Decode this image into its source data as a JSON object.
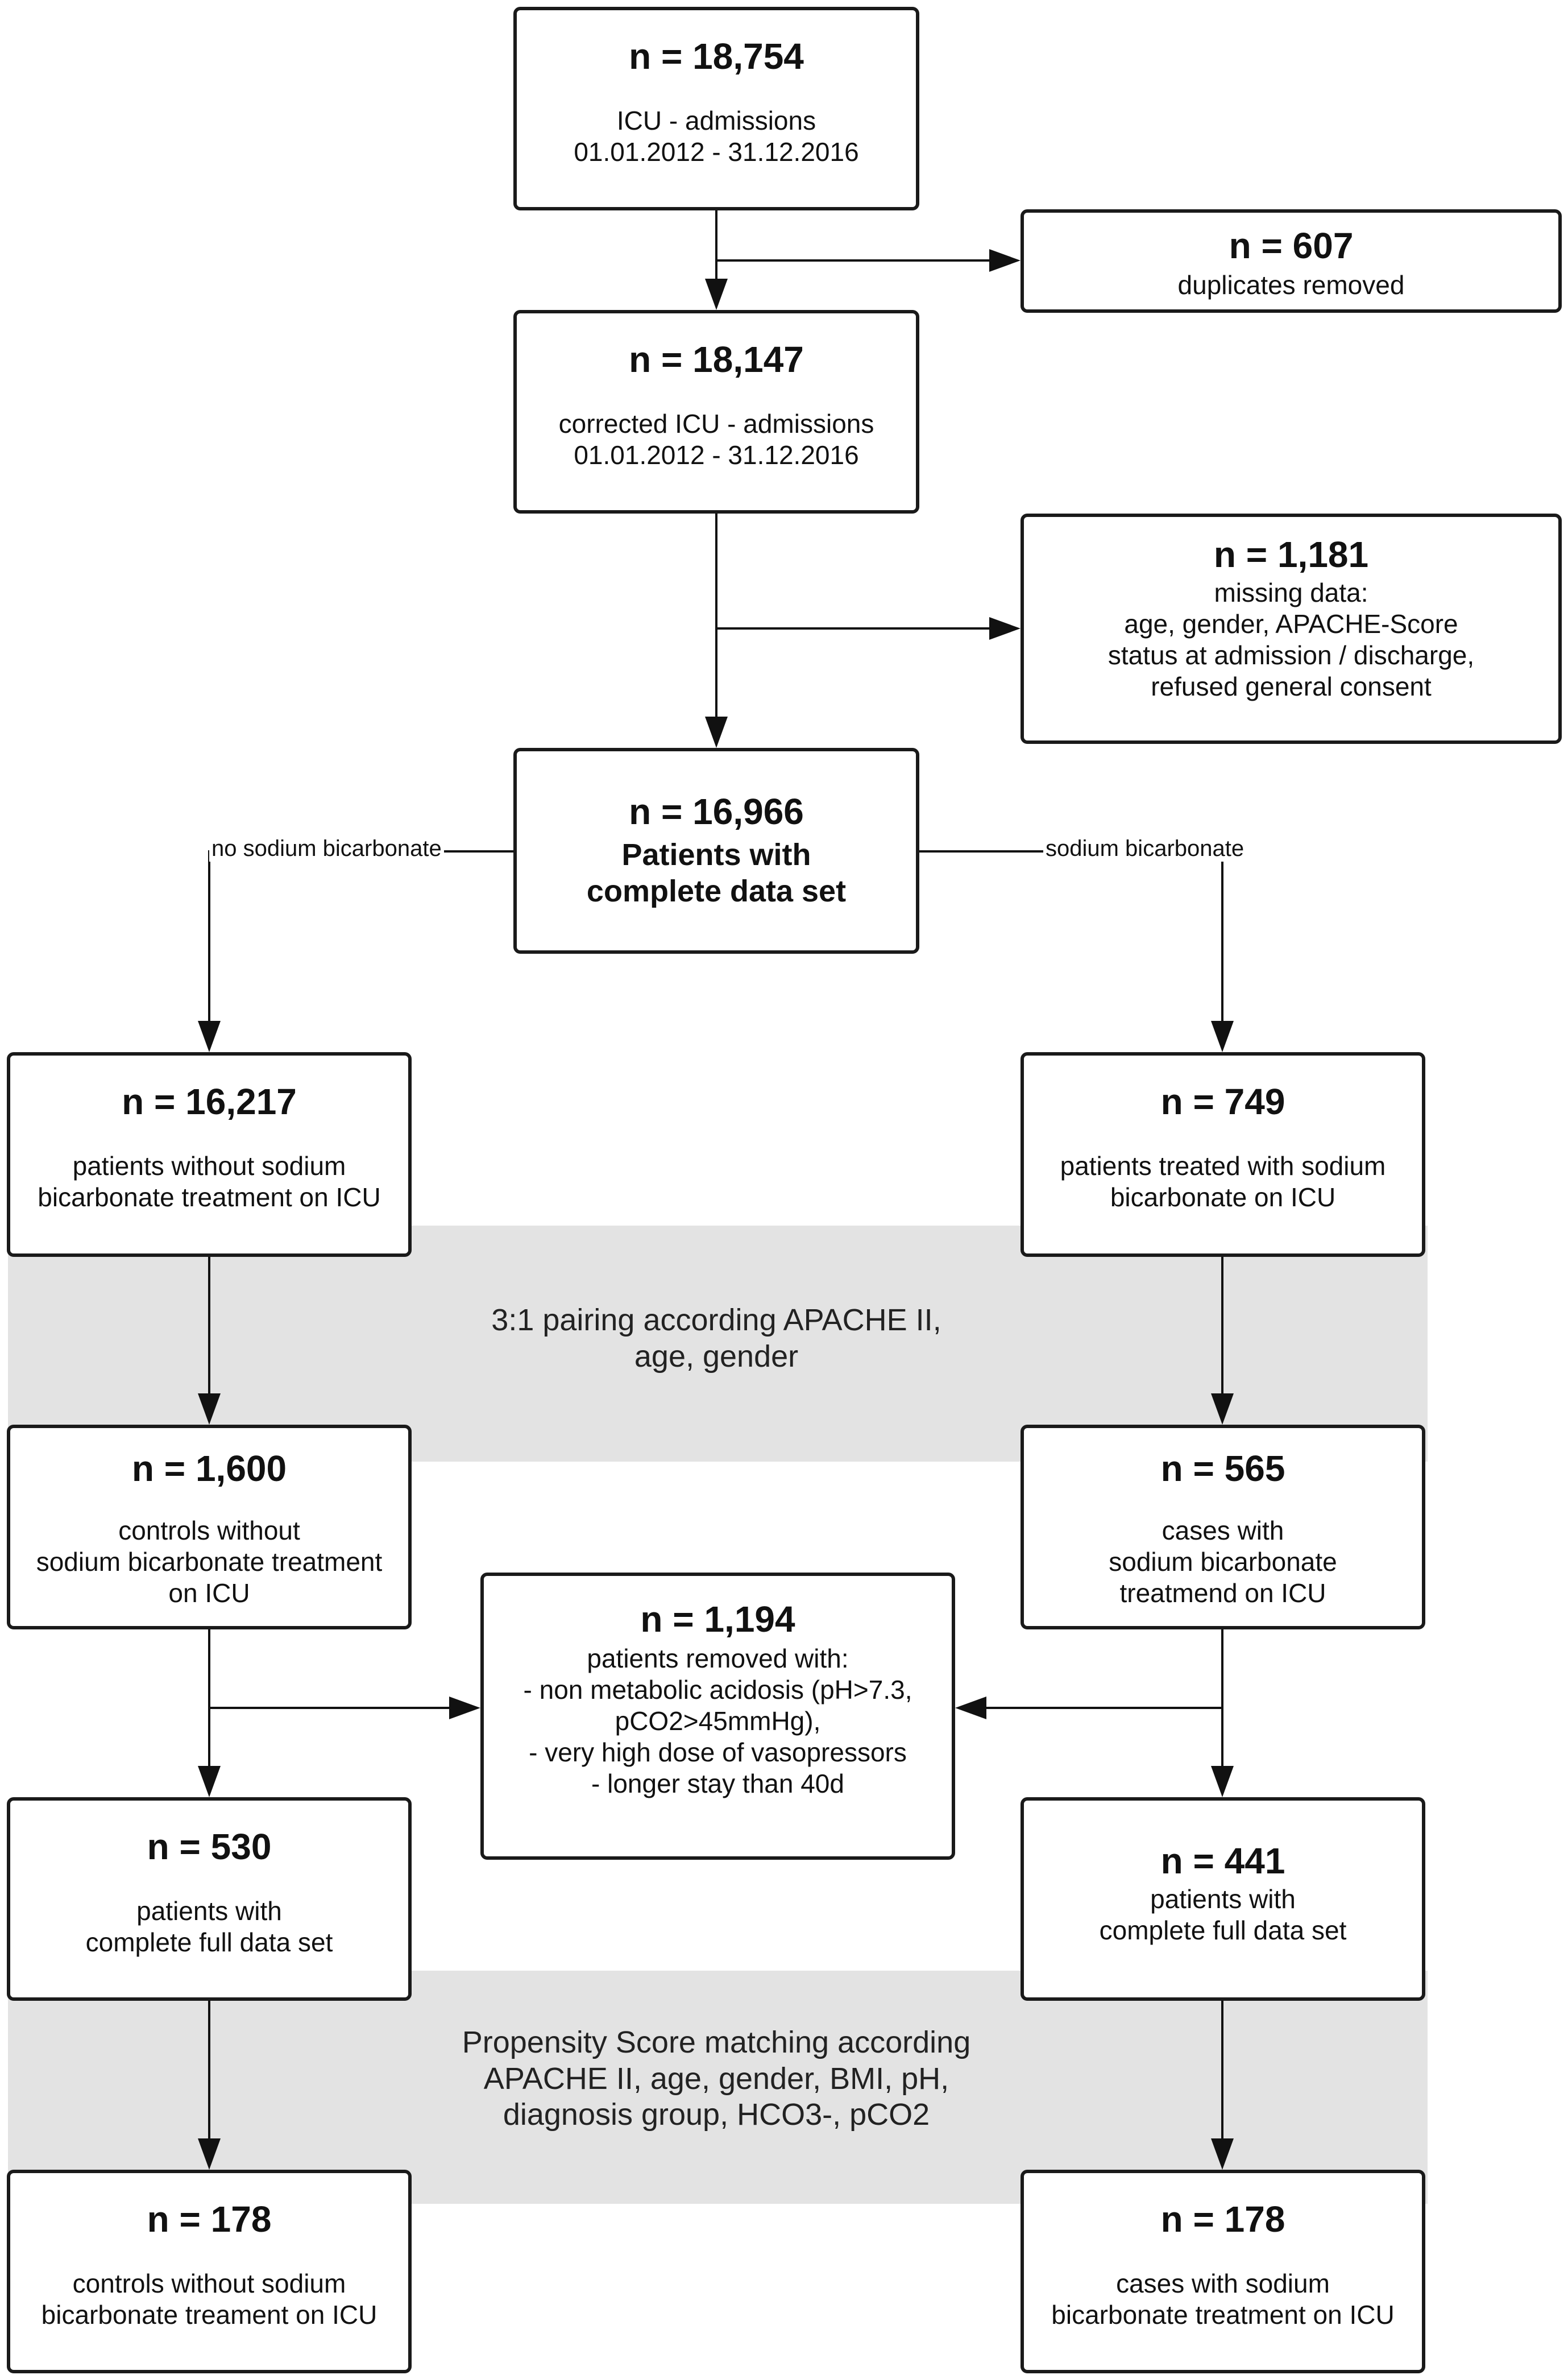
{
  "flowchart": {
    "start": {
      "count": "n = 18,754",
      "desc": "ICU - admissions\n01.01.2012 - 31.12.2016"
    },
    "duplicates": {
      "count": "n = 607",
      "desc": "duplicates removed"
    },
    "corrected": {
      "count": "n = 18,147",
      "desc": "corrected ICU - admissions\n01.01.2012 - 31.12.2016"
    },
    "missing": {
      "count": "n = 1,181",
      "desc": "missing data:\nage, gender, APACHE-Score\nstatus at admission / discharge,\nrefused general consent"
    },
    "complete": {
      "count": "n = 16,966",
      "desc": "Patients with\ncomplete data set"
    },
    "branch_left": "no sodium bicarbonate",
    "branch_right": "sodium bicarbonate",
    "no_bicarb": {
      "count": "n = 16,217",
      "desc": "patients without sodium\nbicarbonate treatment on ICU"
    },
    "bicarb": {
      "count": "n = 749",
      "desc": "patients treated with sodium\nbicarbonate on ICU"
    },
    "pairing_label": "3:1 pairing according APACHE II,\nage, gender",
    "controls": {
      "count": "n = 1,600",
      "desc": "controls without\nsodium bicarbonate treatment\non ICU"
    },
    "cases": {
      "count": "n = 565",
      "desc": "cases with\nsodium bicarbonate\ntreatmend on ICU"
    },
    "removed": {
      "count": "n = 1,194",
      "desc": "patients removed with:\n- non metabolic acidosis (pH>7.3,\npCO2>45mmHg),\n- very high dose of vasopressors\n- longer stay than 40d"
    },
    "left_full": {
      "count": "n = 530",
      "desc": "patients with\ncomplete full data set"
    },
    "right_full": {
      "count": "n = 441",
      "desc": "patients with\ncomplete full data set"
    },
    "psm_label": "Propensity Score matching according\nAPACHE II, age, gender, BMI, pH,\ndiagnosis group, HCO3-, pCO2",
    "final_controls": {
      "count": "n = 178",
      "desc": "controls without sodium\nbicarbonate treament on ICU"
    },
    "final_cases": {
      "count": "n = 178",
      "desc": "cases with sodium\nbicarbonate treatment on ICU"
    }
  }
}
